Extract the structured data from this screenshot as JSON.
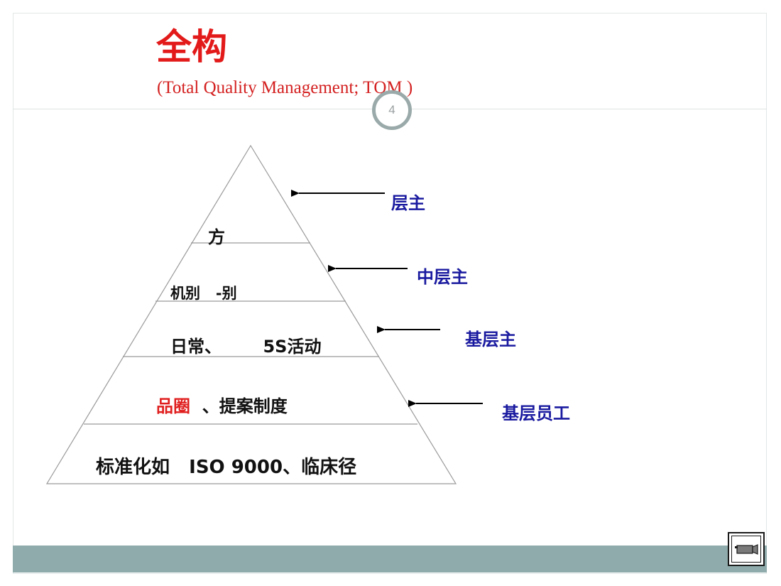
{
  "slide": {
    "title": "全构",
    "subtitle": "(Total Quality Management;  TQM )",
    "page_number": "4"
  },
  "pyramid": {
    "levels": [
      {
        "label": "方"
      },
      {
        "label": "机别   -别"
      },
      {
        "label": "日常、       5S活动"
      },
      {
        "prefix": "品圈",
        "label": "  、提案制度"
      },
      {
        "label": "标准化如   ISO 9000、临床径"
      }
    ]
  },
  "managers": [
    {
      "label": "层主"
    },
    {
      "label": "中层主"
    },
    {
      "label": "基层主"
    },
    {
      "label": "基层员工"
    }
  ],
  "colors": {
    "title": "#e31a1a",
    "manager_text": "#1a1aa0",
    "footer": "#8fabab",
    "highlight": "#e01e1e"
  },
  "icons": {
    "nav": "movie-camera-icon"
  }
}
